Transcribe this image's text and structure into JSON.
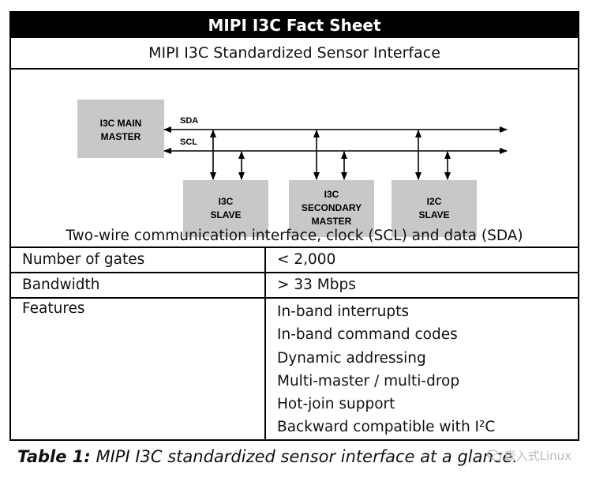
{
  "sheet": {
    "title": "MIPI I3C Fact Sheet",
    "subtitle": "MIPI I3C Standardized Sensor Interface"
  },
  "diagram": {
    "sda_label": "SDA",
    "scl_label": "SCL",
    "master": [
      "I3C MAIN",
      "MASTER"
    ],
    "slave1": [
      "I3C",
      "SLAVE"
    ],
    "secondary": [
      "I3C",
      "SECONDARY",
      "MASTER"
    ],
    "slave2": [
      "I2C",
      "SLAVE"
    ],
    "caption": "Two-wire communication interface, clock (SCL) and data (SDA)"
  },
  "facts": {
    "rows": [
      {
        "key": "Number of gates",
        "value": "< 2,000"
      },
      {
        "key": "Bandwidth",
        "value": "> 33 Mbps"
      }
    ],
    "features_label": "Features",
    "features": [
      "In-band interrupts",
      "In-band command codes",
      "Dynamic addressing",
      "Multi-master / multi-drop",
      "Hot-join support",
      "Backward compatible with I²C"
    ]
  },
  "caption": {
    "bold": "Table 1:",
    "rest": " MIPI I3C standardized sensor interface at a glance."
  },
  "watermark": {
    "text": "嵌入式Linux",
    "icon": "wechat-icon"
  }
}
